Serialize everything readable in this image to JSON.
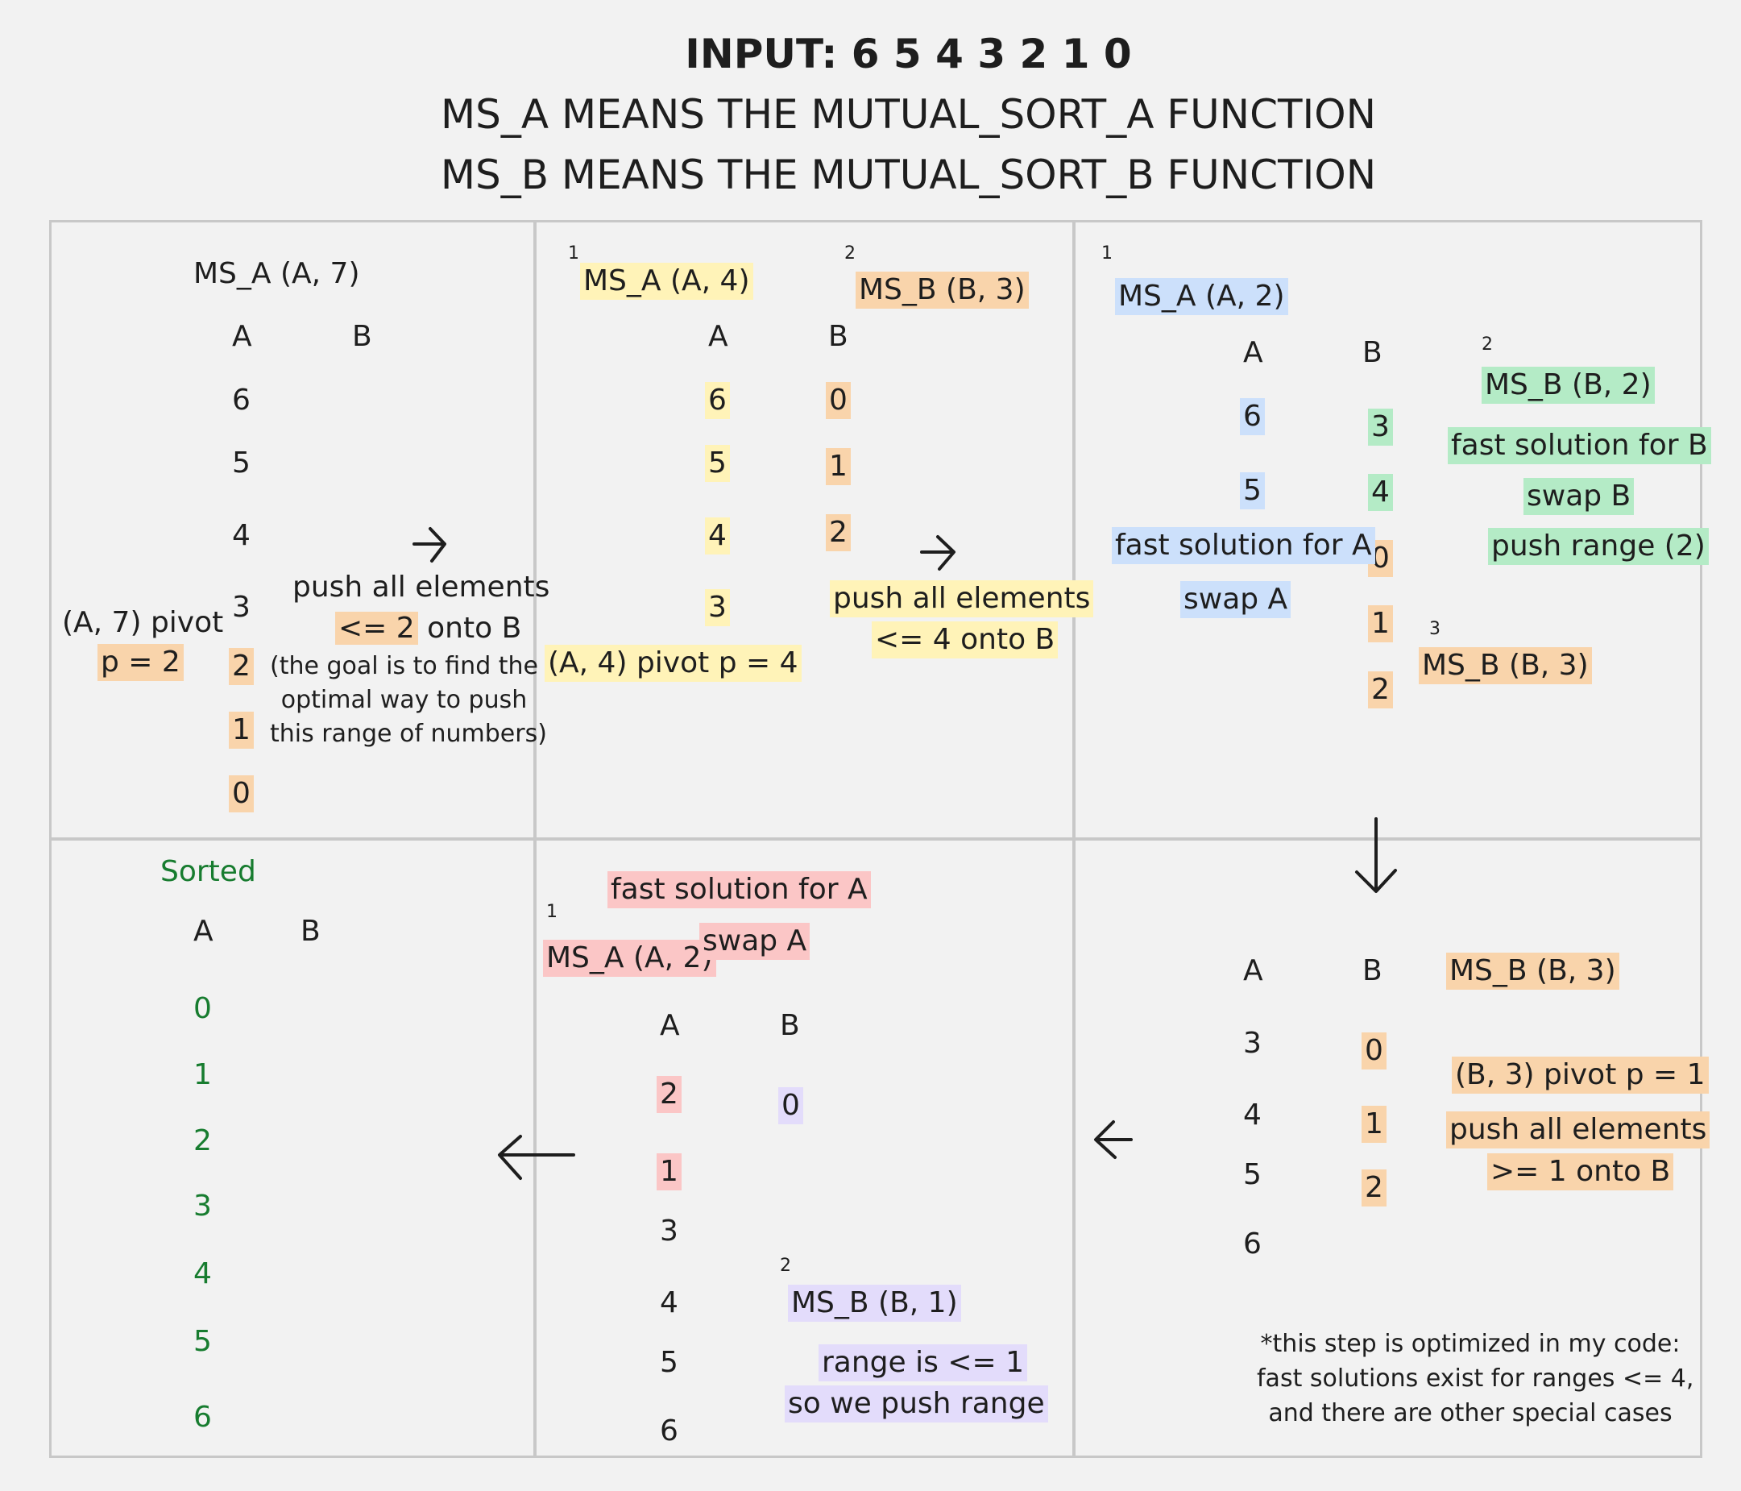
{
  "header": {
    "line1": "INPUT: 6 5 4 3 2 1 0",
    "line2": "MS_A MEANS THE MUTUAL_SORT_A FUNCTION",
    "line3": "MS_B MEANS THE MUTUAL_SORT_B FUNCTION"
  },
  "colors": {
    "peach": "#f9d4ab",
    "yellow": "#fff3b8",
    "blue": "#cce0fb",
    "green": "#b4ebc6",
    "pink": "#fbc6c6",
    "lavender": "#e3dcfb",
    "sorted_text": "#177c2f"
  },
  "panel1": {
    "call": "MS_A (A, 7)",
    "col_a": "A",
    "col_b": "B",
    "stack_a": [
      "6",
      "5",
      "4",
      "3",
      "2",
      "1",
      "0"
    ],
    "pivot_label": "(A, 7) pivot",
    "pivot_value": "p = 2",
    "push_line1": "push all elements",
    "push_le": "<= 2",
    "push_onto": "onto B",
    "note_line1": "(the goal is to find the",
    "note_line2": "optimal way to push",
    "note_line3": "this range of numbers)"
  },
  "panel2": {
    "num1": "1",
    "call_a": "MS_A (A, 4)",
    "num2": "2",
    "call_b": "MS_B (B, 3)",
    "col_a": "A",
    "col_b": "B",
    "stack_a": [
      "6",
      "5",
      "4",
      "3"
    ],
    "stack_b": [
      "0",
      "1",
      "2"
    ],
    "pivot": "(A, 4) pivot p = 4",
    "push_line1": "push all elements",
    "push_line2": "<= 4 onto B"
  },
  "panel3": {
    "num1": "1",
    "call_a": "MS_A (A, 2)",
    "col_a": "A",
    "col_b": "B",
    "stack_a": [
      "6",
      "5"
    ],
    "stack_b": [
      "3",
      "4",
      "0",
      "1",
      "2"
    ],
    "fast_a": "fast solution for A",
    "swap_a": "swap A",
    "num2": "2",
    "call_b": "MS_B (B, 2)",
    "fast_b": "fast solution for B",
    "swap_b": "swap B",
    "push_range": "push range (2)",
    "num3": "3",
    "call_b3": "MS_B (B, 3)"
  },
  "panel4": {
    "col_a": "A",
    "col_b": "B",
    "stack_a": [
      "3",
      "4",
      "5",
      "6"
    ],
    "stack_b": [
      "0",
      "1",
      "2"
    ],
    "call": "MS_B (B, 3)",
    "pivot": "(B, 3) pivot p = 1",
    "push_line1": "push all elements",
    "push_line2": ">= 1 onto B",
    "note_line1": "*this step is optimized in my code:",
    "note_line2": "fast solutions exist for ranges <= 4,",
    "note_line3": "and there are other special cases"
  },
  "panel5": {
    "fast_a": "fast solution for A",
    "num1": "1",
    "call_a": "MS_A (A, 2)",
    "swap_a": "swap A",
    "col_a": "A",
    "col_b": "B",
    "stack_a": [
      "2",
      "1",
      "3",
      "4",
      "5",
      "6"
    ],
    "stack_b": [
      "0"
    ],
    "num2": "2",
    "call_b": "MS_B (B, 1)",
    "range_line1": "range is <= 1",
    "range_line2": "so we push range"
  },
  "panel6": {
    "label": "Sorted",
    "col_a": "A",
    "col_b": "B",
    "stack_a": [
      "0",
      "1",
      "2",
      "3",
      "4",
      "5",
      "6"
    ]
  }
}
